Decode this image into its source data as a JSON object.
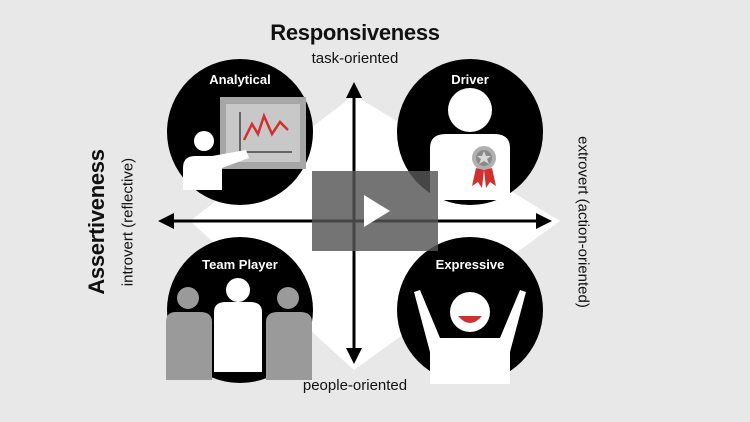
{
  "diagram": {
    "title_top": "Responsiveness",
    "label_top": "task-oriented",
    "label_bottom": "people-oriented",
    "title_left": "Assertiveness",
    "label_left": "introvert (reflective)",
    "label_right": "extrovert (action-oriented)",
    "quadrants": {
      "top_left": "Analytical",
      "top_right": "Driver",
      "bottom_left": "Team Player",
      "bottom_right": "Expressive"
    }
  },
  "colors": {
    "background": "#e8e8e8",
    "circle": "#000000",
    "accent_red": "#d03030",
    "icon_gray": "#9a9a9a",
    "overlay": "#555555"
  },
  "icons": {
    "analytical": "presenter-chart-icon",
    "driver": "person-award-icon",
    "team_player": "group-icon",
    "expressive": "cheering-person-icon",
    "play": "play-icon"
  }
}
